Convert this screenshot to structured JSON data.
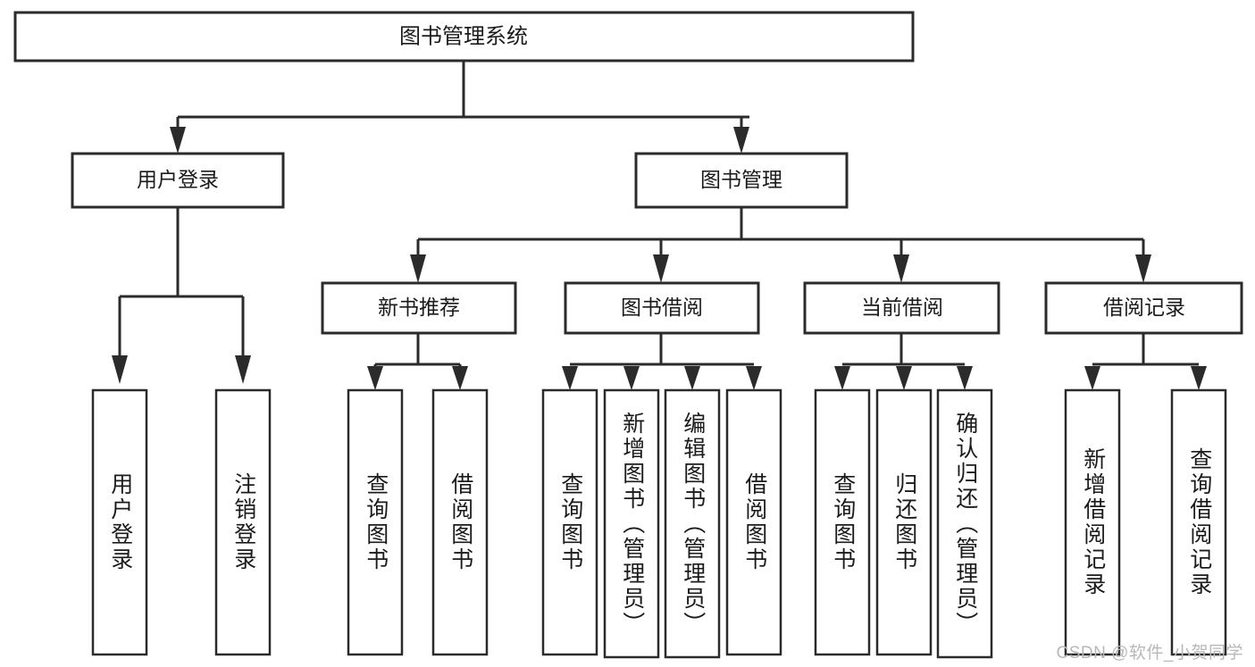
{
  "diagram": {
    "title": "图书管理系统",
    "type": "tree-hierarchy-functional-decomposition",
    "watermark": "CSDN @软件_小贺同学",
    "colors": {
      "box_fill": "#ffffff",
      "box_stroke": "#2b2b2b",
      "connector": "#2b2b2b",
      "text": "#1b1b1b",
      "watermark": "#b8b8b8",
      "background": "#ffffff"
    },
    "root": {
      "label": "图书管理系统"
    },
    "level2": [
      {
        "label": "用户登录"
      },
      {
        "label": "图书管理"
      }
    ],
    "level3": [
      {
        "label": "新书推荐"
      },
      {
        "label": "图书借阅"
      },
      {
        "label": "当前借阅"
      },
      {
        "label": "借阅记录"
      }
    ],
    "leaves": [
      {
        "label": "用户登录",
        "parent": "用户登录"
      },
      {
        "label": "注销登录",
        "parent": "用户登录"
      },
      {
        "label": "查询图书",
        "parent": "新书推荐"
      },
      {
        "label": "借阅图书",
        "parent": "新书推荐"
      },
      {
        "label": "查询图书",
        "parent": "图书借阅"
      },
      {
        "label": "新增图书（管理员）",
        "parent": "图书借阅"
      },
      {
        "label": "编辑图书（管理员）",
        "parent": "图书借阅"
      },
      {
        "label": "借阅图书",
        "parent": "图书借阅"
      },
      {
        "label": "查询图书",
        "parent": "当前借阅"
      },
      {
        "label": "归还图书",
        "parent": "当前借阅"
      },
      {
        "label": "确认归还（管理员）",
        "parent": "当前借阅"
      },
      {
        "label": "新增借阅记录",
        "parent": "借阅记录"
      },
      {
        "label": "查询借阅记录",
        "parent": "借阅记录"
      }
    ]
  }
}
